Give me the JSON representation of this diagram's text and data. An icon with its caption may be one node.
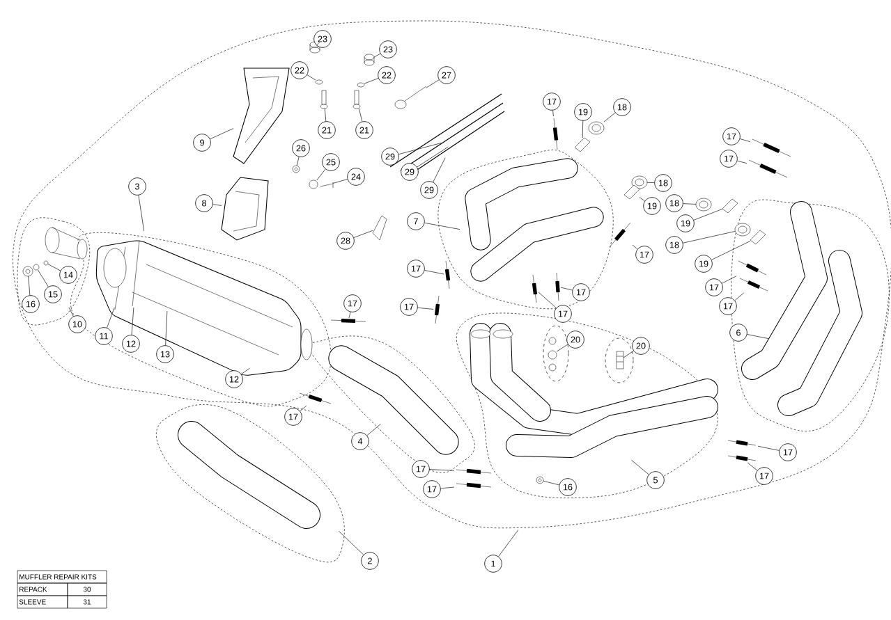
{
  "diagram": {
    "nodes": [
      {
        "text": [
          "23"
        ]
      },
      {
        "text": [
          "23"
        ]
      },
      {
        "text": [
          "27"
        ]
      },
      {
        "text": [
          "22"
        ]
      },
      {
        "text": [
          "22"
        ]
      },
      {
        "text": [
          "17"
        ]
      },
      {
        "text": [
          "18"
        ]
      },
      {
        "text": [
          "19"
        ]
      },
      {
        "text": [
          "21"
        ]
      },
      {
        "text": [
          "21"
        ]
      },
      {
        "text": [
          "17"
        ]
      },
      {
        "text": [
          "9"
        ]
      },
      {
        "text": [
          "26"
        ]
      },
      {
        "text": [
          "29"
        ]
      },
      {
        "text": [
          "17"
        ]
      },
      {
        "text": [
          "25"
        ]
      },
      {
        "text": [
          "29"
        ]
      },
      {
        "text": [
          "24"
        ]
      },
      {
        "text": [
          "18"
        ]
      },
      {
        "text": [
          "3"
        ]
      },
      {
        "text": [
          "8"
        ]
      },
      {
        "text": [
          "18"
        ]
      },
      {
        "text": [
          "19"
        ]
      },
      {
        "text": [
          "29"
        ]
      },
      {
        "text": [
          "7"
        ]
      },
      {
        "text": [
          "19"
        ]
      },
      {
        "text": [
          "28"
        ]
      },
      {
        "text": [
          "18"
        ]
      },
      {
        "text": [
          "17"
        ]
      },
      {
        "text": [
          "19"
        ]
      },
      {
        "text": [
          "17"
        ]
      },
      {
        "text": [
          "14"
        ]
      },
      {
        "text": [
          "17"
        ]
      },
      {
        "text": [
          "17"
        ]
      },
      {
        "text": [
          "15"
        ]
      },
      {
        "text": [
          "16"
        ]
      },
      {
        "text": [
          "17"
        ]
      },
      {
        "text": [
          "17"
        ]
      },
      {
        "text": [
          "17"
        ]
      },
      {
        "text": [
          "17"
        ]
      },
      {
        "text": [
          "10"
        ]
      },
      {
        "text": [
          "6"
        ]
      },
      {
        "text": [
          "11"
        ]
      },
      {
        "text": [
          "12"
        ]
      },
      {
        "text": [
          "20"
        ]
      },
      {
        "text": [
          "20"
        ]
      },
      {
        "text": [
          "13"
        ]
      },
      {
        "text": [
          "12"
        ]
      },
      {
        "text": [
          "17"
        ]
      },
      {
        "text": [
          "4"
        ]
      },
      {
        "text": [
          "17"
        ]
      },
      {
        "text": [
          "17"
        ]
      },
      {
        "text": [
          "5"
        ]
      },
      {
        "text": [
          "16"
        ]
      },
      {
        "text": [
          "17"
        ]
      },
      {
        "text": [
          "17"
        ]
      },
      {
        "text": [
          "2"
        ]
      },
      {
        "text": [
          "1"
        ]
      },
      {
        "text": [],
        "shape": "picture"
      },
      {
        "text": [],
        "shape": "picture"
      },
      {
        "text": [],
        "shape": "picture"
      },
      {
        "text": [],
        "shape": "picture"
      },
      {
        "text": [],
        "shape": "picture"
      },
      {
        "text": [],
        "shape": "picture"
      },
      {
        "text": [],
        "shape": "picture"
      },
      {
        "text": [],
        "shape": "picture"
      },
      {
        "text": [],
        "shape": "picture"
      },
      {
        "text": [],
        "shape": "picture"
      },
      {
        "text": [],
        "shape": "picture"
      },
      {
        "text": [],
        "shape": "picture"
      },
      {
        "text": [],
        "shape": "picture"
      },
      {
        "text": [],
        "shape": "picture"
      },
      {
        "text": [],
        "shape": "picture"
      },
      {
        "text": [],
        "shape": "picture"
      },
      {
        "text": [],
        "shape": "picture"
      },
      {
        "text": [],
        "shape": "picture"
      },
      {
        "text": [],
        "shape": "picture"
      },
      {
        "text": [],
        "shape": "picture"
      },
      {
        "text": [],
        "shape": "picture"
      },
      {
        "text": [],
        "shape": "picture"
      },
      {
        "text": [],
        "shape": "picture"
      },
      {
        "text": [],
        "shape": "picture"
      },
      {
        "text": [],
        "shape": "picture"
      },
      {
        "text": [],
        "shape": "picture"
      },
      {
        "text": [],
        "shape": "picture"
      },
      {
        "text": [],
        "shape": "picture"
      },
      {
        "text": [],
        "shape": "picture"
      },
      {
        "text": [],
        "shape": "picture"
      },
      {
        "text": [],
        "shape": "picture"
      },
      {
        "text": [],
        "shape": "picture"
      },
      {
        "text": [],
        "shape": "picture"
      },
      {
        "text": [],
        "shape": "picture"
      },
      {
        "text": [],
        "shape": "picture"
      },
      {
        "text": [],
        "shape": "picture"
      },
      {
        "text": [],
        "shape": "picture"
      },
      {
        "text": [],
        "shape": "picture"
      },
      {
        "text": [],
        "shape": "picture"
      },
      {
        "text": [],
        "shape": "picture"
      },
      {
        "text": [],
        "shape": "picture"
      },
      {
        "text": [],
        "shape": "picture"
      },
      {
        "text": [],
        "shape": "picture"
      }
    ],
    "edges": [
      {
        "from": 0,
        "to": 58,
        "arrow": "none"
      },
      {
        "from": 1,
        "to": 59,
        "arrow": "none"
      },
      {
        "from": 2,
        "to": 60,
        "arrow": "none"
      },
      {
        "from": 3,
        "to": 61,
        "arrow": "none"
      },
      {
        "from": 4,
        "to": 62,
        "arrow": "none"
      },
      {
        "from": 5,
        "to": 63,
        "arrow": "none"
      },
      {
        "from": 6,
        "to": 64,
        "arrow": "none"
      },
      {
        "from": 7,
        "to": 65,
        "arrow": "none"
      },
      {
        "from": 8,
        "to": 66,
        "arrow": "none"
      },
      {
        "from": 9,
        "to": 67,
        "arrow": "none"
      },
      {
        "from": 10,
        "to": 68,
        "arrow": "none"
      },
      {
        "from": 11,
        "to": 69,
        "arrow": "none"
      },
      {
        "from": 12,
        "to": 70,
        "arrow": "none"
      },
      {
        "from": 13,
        "to": null,
        "arrow": "none"
      },
      {
        "from": 14,
        "to": 71,
        "arrow": "none"
      },
      {
        "from": 15,
        "to": 72,
        "arrow": "none"
      },
      {
        "from": 16,
        "to": null,
        "arrow": "none"
      },
      {
        "from": 17,
        "to": 73,
        "arrow": "none"
      },
      {
        "from": 18,
        "to": 74,
        "arrow": "none"
      },
      {
        "from": 19,
        "to": null,
        "arrow": "none"
      },
      {
        "from": 20,
        "to": 75,
        "arrow": "none"
      },
      {
        "from": 21,
        "to": 76,
        "arrow": "none"
      },
      {
        "from": 22,
        "to": 77,
        "arrow": "none"
      },
      {
        "from": 23,
        "to": null,
        "arrow": "none"
      },
      {
        "from": 24,
        "to": null,
        "arrow": "none"
      },
      {
        "from": 25,
        "to": 78,
        "arrow": "none"
      },
      {
        "from": 26,
        "to": 79,
        "arrow": "none"
      },
      {
        "from": 27,
        "to": 80,
        "arrow": "none"
      },
      {
        "from": 28,
        "to": 81,
        "arrow": "none"
      },
      {
        "from": 29,
        "to": 82,
        "arrow": "none"
      },
      {
        "from": 30,
        "to": 83,
        "arrow": "none"
      },
      {
        "from": 31,
        "to": 84,
        "arrow": "none"
      },
      {
        "from": 32,
        "to": 85,
        "arrow": "none"
      },
      {
        "from": 33,
        "to": 86,
        "arrow": "none"
      },
      {
        "from": 34,
        "to": 87,
        "arrow": "none"
      },
      {
        "from": 35,
        "to": 88,
        "arrow": "none"
      },
      {
        "from": 36,
        "to": 89,
        "arrow": "none"
      },
      {
        "from": 37,
        "to": 90,
        "arrow": "none"
      },
      {
        "from": 38,
        "to": 91,
        "arrow": "none"
      },
      {
        "from": 39,
        "to": 92,
        "arrow": "none"
      },
      {
        "from": 40,
        "to": null,
        "arrow": "none"
      },
      {
        "from": 41,
        "to": null,
        "arrow": "none"
      },
      {
        "from": 42,
        "to": null,
        "arrow": "none"
      },
      {
        "from": 43,
        "to": null,
        "arrow": "none"
      },
      {
        "from": 44,
        "to": 93,
        "arrow": "none"
      },
      {
        "from": 45,
        "to": 94,
        "arrow": "none"
      },
      {
        "from": 46,
        "to": null,
        "arrow": "none"
      },
      {
        "from": 47,
        "to": null,
        "arrow": "none"
      },
      {
        "from": 48,
        "to": 95,
        "arrow": "none"
      },
      {
        "from": 49,
        "to": null,
        "arrow": "none"
      },
      {
        "from": 50,
        "to": 96,
        "arrow": "none"
      },
      {
        "from": 51,
        "to": 97,
        "arrow": "none"
      },
      {
        "from": 52,
        "to": null,
        "arrow": "none"
      },
      {
        "from": 53,
        "to": 98,
        "arrow": "none"
      },
      {
        "from": 54,
        "to": 99,
        "arrow": "none"
      },
      {
        "from": 55,
        "to": 100,
        "arrow": "none"
      },
      {
        "from": 56,
        "to": null,
        "arrow": "none"
      },
      {
        "from": 57,
        "to": null,
        "arrow": "none"
      }
    ],
    "labels": [
      "MUFFLER REPAIR KITS",
      "REPACK",
      "30",
      "SLEEVE",
      "31"
    ]
  }
}
